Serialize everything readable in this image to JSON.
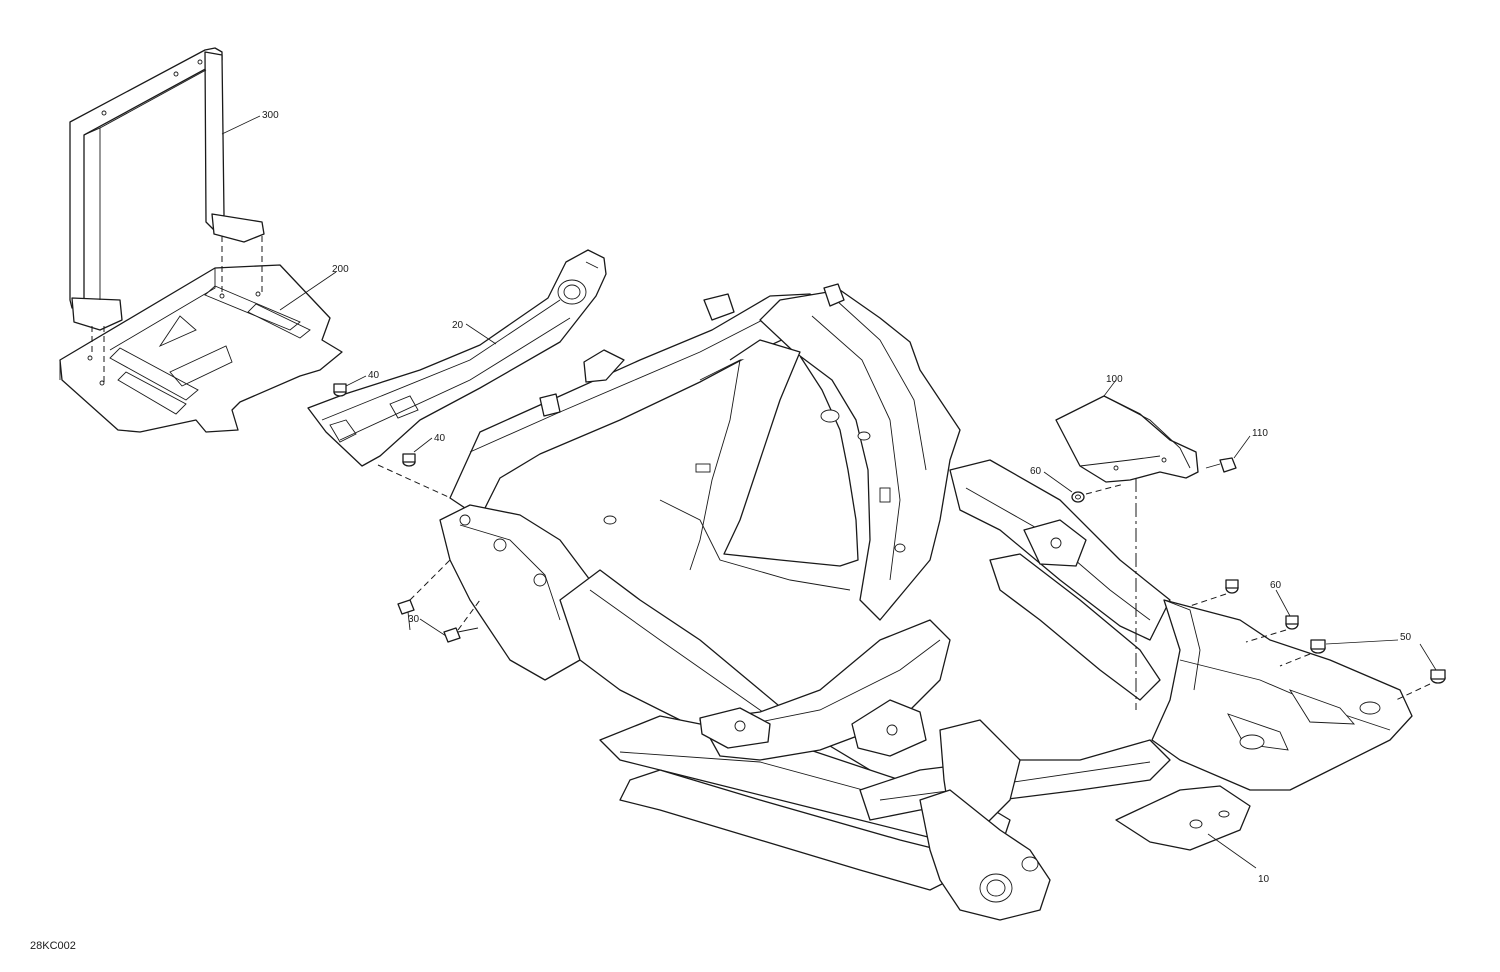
{
  "callouts": {
    "c300": "300",
    "c200": "200",
    "c20": "20",
    "c40a": "40",
    "c40b": "40",
    "c100": "100",
    "c110": "110",
    "c60a": "60",
    "c60b": "60",
    "c50": "50",
    "c30": "30",
    "c10": "10"
  },
  "drawing_code": "28KC002"
}
